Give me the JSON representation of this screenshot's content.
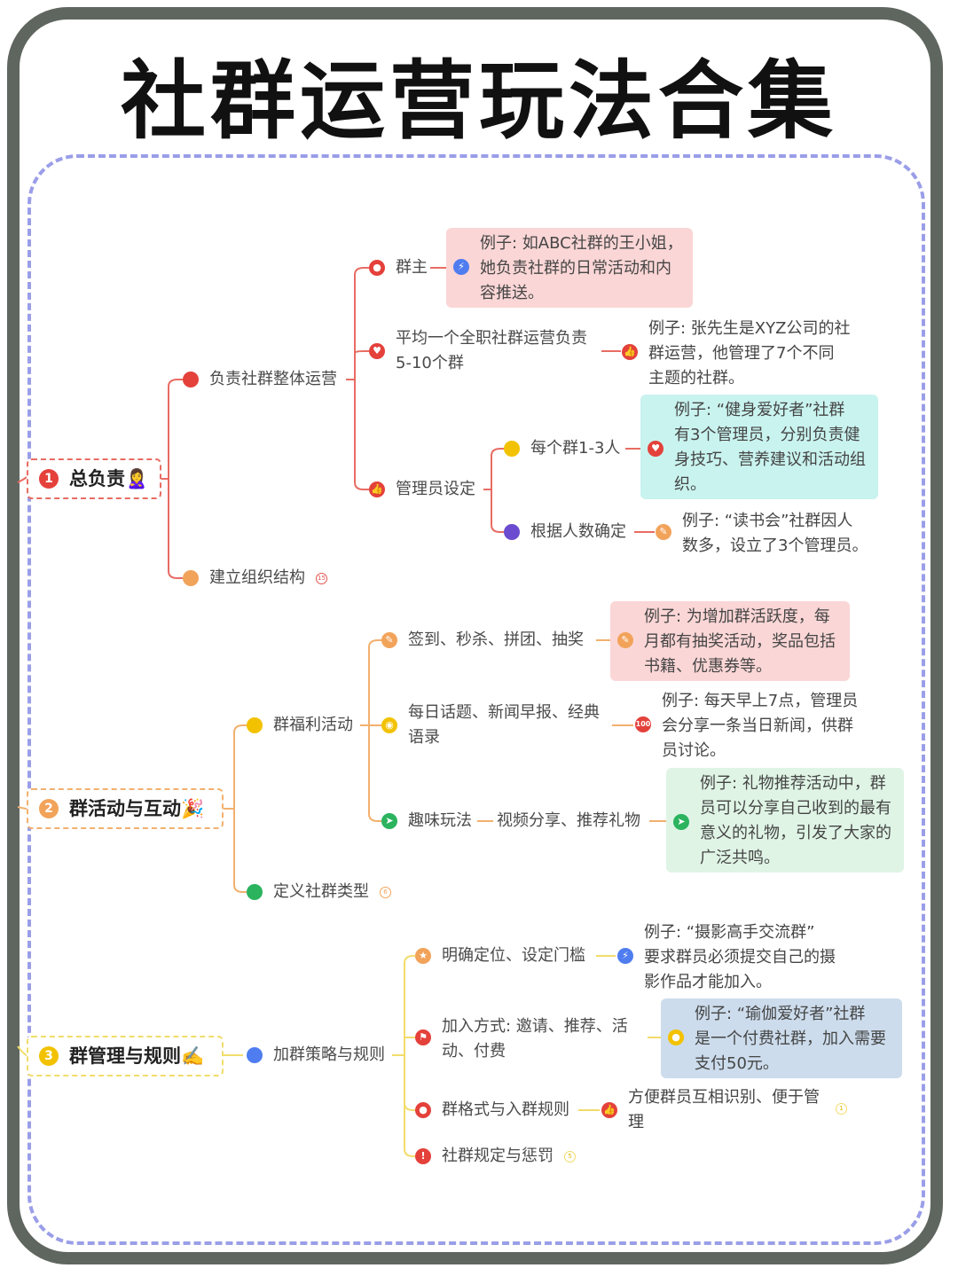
{
  "title": "社群运营玩法合集",
  "colors": {
    "frame": "#5f665f",
    "dashed_border": "#9a9ee8",
    "section1": "#e4554f",
    "section2": "#f2a35a",
    "section3": "#f2d85c"
  },
  "sections": [
    {
      "num": "1",
      "label": "总负责🙎‍♀️",
      "color": "#e4554f",
      "branches": [
        {
          "label": "负责社群整体运营",
          "dot_color": "#e4413b",
          "children": [
            {
              "label": "群主",
              "icon": "user-icon",
              "example": "例子: 如ABC社群的王小姐，\n她负责社群的日常活动和内\n容推送。",
              "example_icon": "lightning-icon"
            },
            {
              "label": "平均一个全职社群运营负责\n5-10个群",
              "icon": "heart-icon",
              "example": "例子: 张先生是XYZ公司的社\n群运营，他管理了7个不同\n主题的社群。",
              "example_icon": "thumbs-up-icon"
            },
            {
              "label": "管理员设定",
              "icon": "thumbs-up-icon",
              "children": [
                {
                  "label": "每个群1-3人",
                  "dot_color": "#f2c200",
                  "example": "例子: “健身爱好者”社群\n有3个管理员，分别负责健\n身技巧、营养建议和活动组\n织。",
                  "example_icon": "heart-icon"
                },
                {
                  "label": "根据人数确定",
                  "dot_color": "#6b4bcf",
                  "example": "例子: “读书会”社群因人\n数多，设立了3个管理员。",
                  "example_icon": "pencil-icon"
                }
              ]
            }
          ]
        },
        {
          "label": "建立组织结构",
          "dot_color": "#f2a35a",
          "badge": "15"
        }
      ]
    },
    {
      "num": "2",
      "label": "群活动与互动🎉",
      "color": "#f2a35a",
      "branches": [
        {
          "label": "群福利活动",
          "dot_color": "#f2c200",
          "children": [
            {
              "label": "签到、秒杀、拼团、抽奖",
              "icon": "pencil-icon",
              "example": "例子: 为增加群活跃度，每\n月都有抽奖活动，奖品包括\n书籍、优惠券等。",
              "example_icon": "pencil-icon"
            },
            {
              "label": "每日话题、新闻早报、经典\n语录",
              "icon": "gamepad-icon",
              "example": "例子: 每天早上7点，管理员\n会分享一条当日新闻，供群\n员讨论。",
              "example_icon": "hundred-points-icon"
            },
            {
              "label": "趣味玩法",
              "icon": "running-icon",
              "mid": "视频分享、推荐礼物",
              "example": "例子: 礼物推荐活动中，群\n员可以分享自己收到的最有\n意义的礼物，引发了大家的\n广泛共鸣。",
              "example_icon": "running-icon"
            }
          ]
        },
        {
          "label": "定义社群类型",
          "dot_color": "#2bb35e",
          "badge": "6"
        }
      ]
    },
    {
      "num": "3",
      "label": "群管理与规则✍️",
      "color": "#f2d85c",
      "branches": [
        {
          "label": "加群策略与规则",
          "dot_color": "#4f7df0",
          "children": [
            {
              "label": "明确定位、设定门槛",
              "icon": "star-icon",
              "example": "例子: “摄影高手交流群”\n要求群员必须提交自己的摄\n影作品才能加入。",
              "example_icon": "lightning-icon"
            },
            {
              "label": "加入方式: 邀请、推荐、活\n动、付费",
              "icon": "flag-icon",
              "example": "例子: “瑜伽爱好者”社群\n是一个付费社群，加入需要\n支付50元。",
              "example_icon": "lightbulb-icon"
            },
            {
              "label": "群格式与入群规则",
              "icon": "user-icon",
              "example": "方便群员互相识别、便于管\n理",
              "example_icon": "thumbs-up-icon",
              "badge": "1"
            },
            {
              "label": "社群规定与惩罚",
              "icon": "exclamation-icon",
              "badge": "5"
            }
          ]
        }
      ]
    }
  ]
}
